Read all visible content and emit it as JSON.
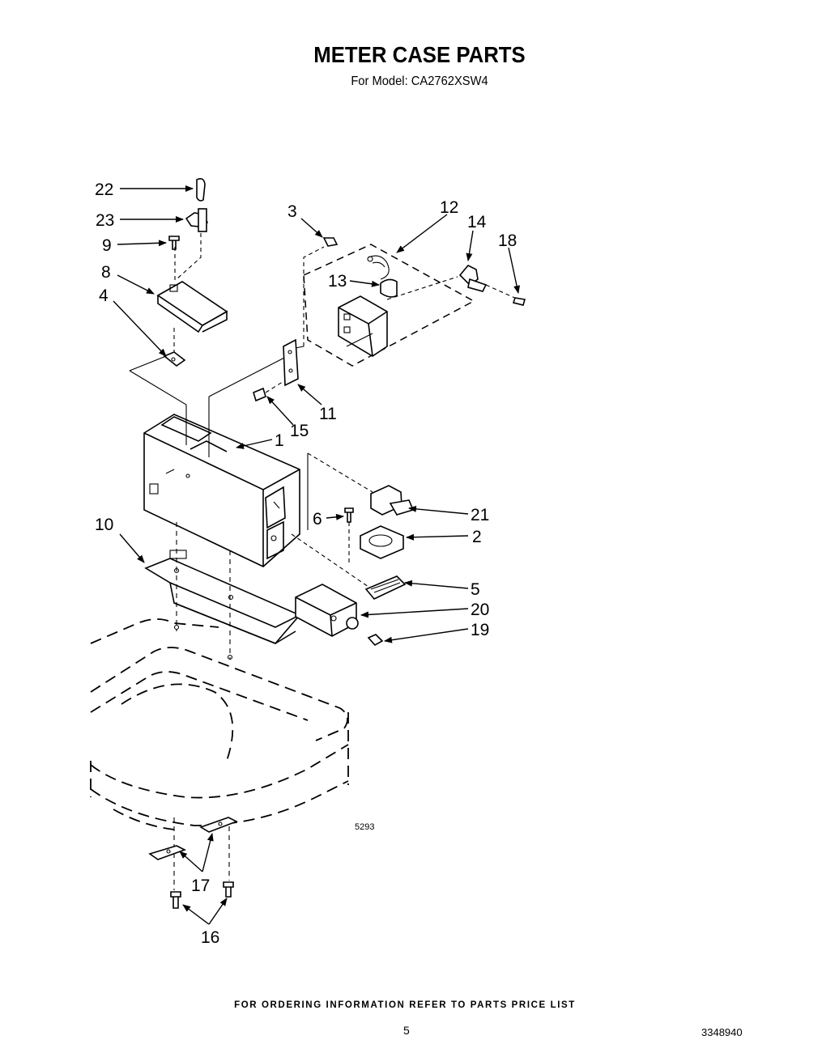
{
  "header": {
    "title": "METER CASE PARTS",
    "subtitle": "For Model:  CA2762XSW4"
  },
  "callouts": {
    "c22": "22",
    "c23": "23",
    "c9": "9",
    "c8": "8",
    "c4": "4",
    "c3": "3",
    "c12": "12",
    "c14": "14",
    "c18": "18",
    "c13": "13",
    "c11": "11",
    "c15": "15",
    "c1": "1",
    "c10": "10",
    "c6": "6",
    "c21": "21",
    "c2": "2",
    "c5": "5",
    "c20": "20",
    "c19": "19",
    "c17": "17",
    "c16": "16"
  },
  "drawing_code": "5293",
  "footer": {
    "ordering_note": "FOR ORDERING INFORMATION REFER TO PARTS PRICE LIST",
    "page_number": "5",
    "document_number": "3348940"
  }
}
